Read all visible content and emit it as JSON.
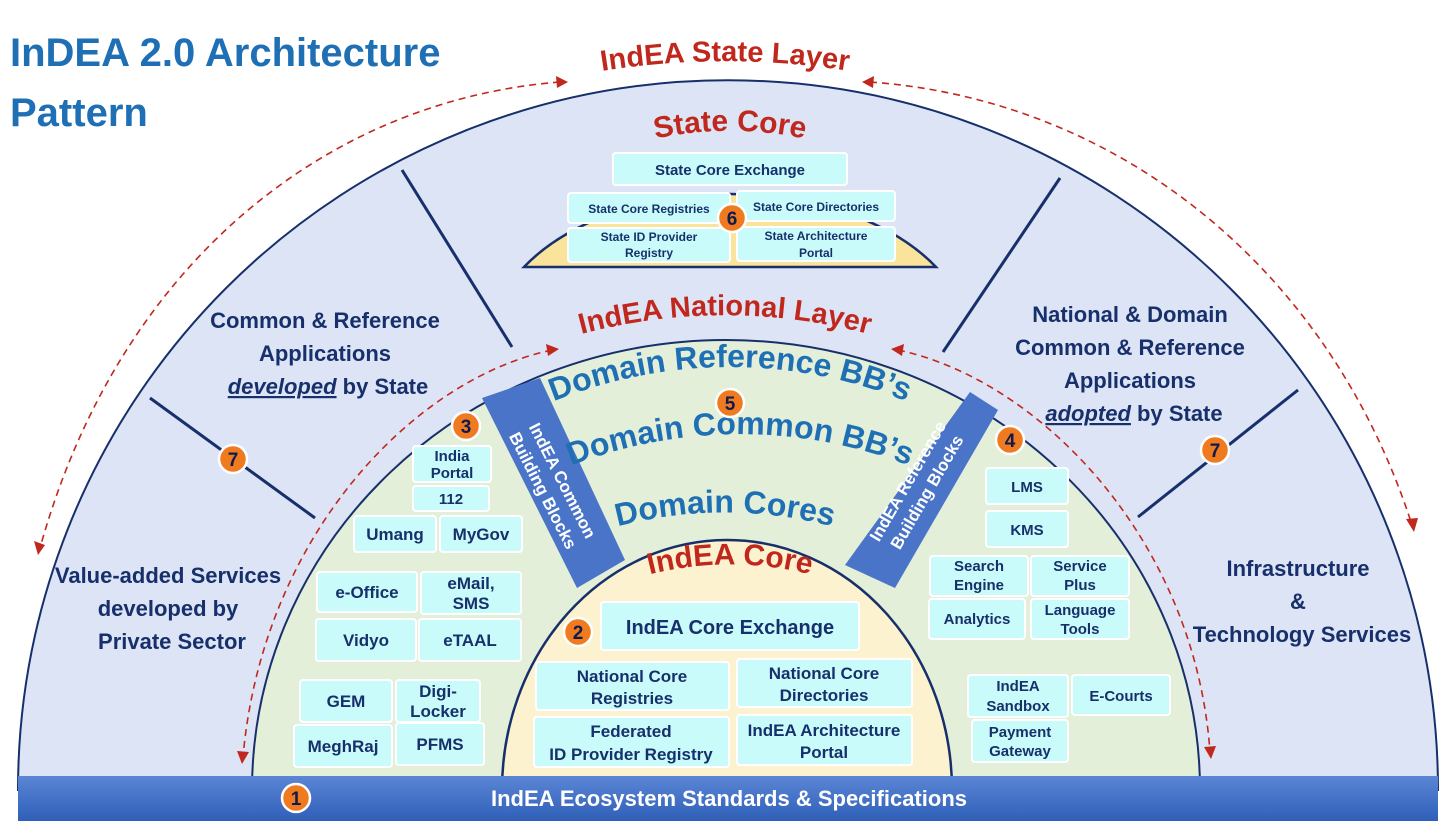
{
  "title": {
    "line1": "InDEA 2.0 Architecture",
    "line2": "Pattern"
  },
  "state_layer": {
    "title": "IndEA State Layer"
  },
  "state_core": {
    "title": "State Core",
    "exchange": "State Core Exchange",
    "registries": "State Core Registries",
    "directories": "State  Core  Directories",
    "id_provider": [
      "State ID Provider",
      "Registry"
    ],
    "arch_portal": [
      "State Architecture",
      "Portal"
    ]
  },
  "national_layer": {
    "title": "IndEA National Layer"
  },
  "domain": {
    "reference": "Domain Reference BB’s",
    "common": "Domain Common BB’s",
    "cores": "Domain Cores"
  },
  "common_bb": [
    "IndEA  Common",
    "Building Blocks"
  ],
  "reference_bb": [
    "IndEA  Reference",
    "Building Blocks"
  ],
  "indea_core": {
    "title": "IndEA Core",
    "exchange": "IndEA Core Exchange",
    "registries": [
      "National Core",
      "Registries"
    ],
    "directories": [
      "National Core",
      "Directories"
    ],
    "federated": [
      "Federated",
      "ID Provider Registry"
    ],
    "arch_portal": [
      "IndEA Architecture",
      "Portal"
    ]
  },
  "left_sector": {
    "text": [
      "Common & Reference",
      "Applications"
    ],
    "em": "developed",
    "suffix": " by State"
  },
  "right_sector": {
    "text": [
      "National & Domain",
      "Common & Reference",
      "Applications"
    ],
    "em": "adopted",
    "suffix": " by State"
  },
  "value_added": [
    "Value-added Services",
    "developed by",
    "Private Sector"
  ],
  "infrastructure": [
    "Infrastructure",
    "&",
    "Technology Services"
  ],
  "common_apps": {
    "india_portal": [
      "India",
      "Portal"
    ],
    "n112": "112",
    "umang": "Umang",
    "mygov": "MyGov",
    "eoffice": "e-Office",
    "email": [
      "eMail,",
      "SMS"
    ],
    "vidyo": "Vidyo",
    "etaal": "eTAAL",
    "gem": "GEM",
    "digilocker": [
      "Digi-",
      "Locker"
    ],
    "meghraj": "MeghRaj",
    "pfms": "PFMS"
  },
  "reference_apps": {
    "lms": "LMS",
    "kms": "KMS",
    "search": [
      "Search",
      "Engine"
    ],
    "service_plus": [
      "Service",
      "Plus"
    ],
    "analytics": "Analytics",
    "language": [
      "Language",
      "Tools"
    ],
    "sandbox": [
      "IndEA",
      "Sandbox"
    ],
    "ecourts": "E-Courts",
    "payment": [
      "Payment",
      "Gateway"
    ]
  },
  "base": {
    "text": "IndEA Ecosystem Standards & Specifications"
  },
  "badges": [
    "1",
    "2",
    "3",
    "4",
    "5",
    "6",
    "7",
    "7"
  ],
  "colors": {
    "outer_fill": "#dce4f5",
    "middle_fill": "#e3efd9",
    "core_fill": "#fdf2cf",
    "state_core_fill": "#fae39b",
    "box_fill": "#c9fbfb",
    "band_fill": "#4a74c8",
    "base_fill": "#3f6fc6",
    "accent_red": "#c0281e",
    "title_blue": "#1f6fb5",
    "badge_orange": "#f07a1f",
    "outline_navy": "#17306b"
  }
}
